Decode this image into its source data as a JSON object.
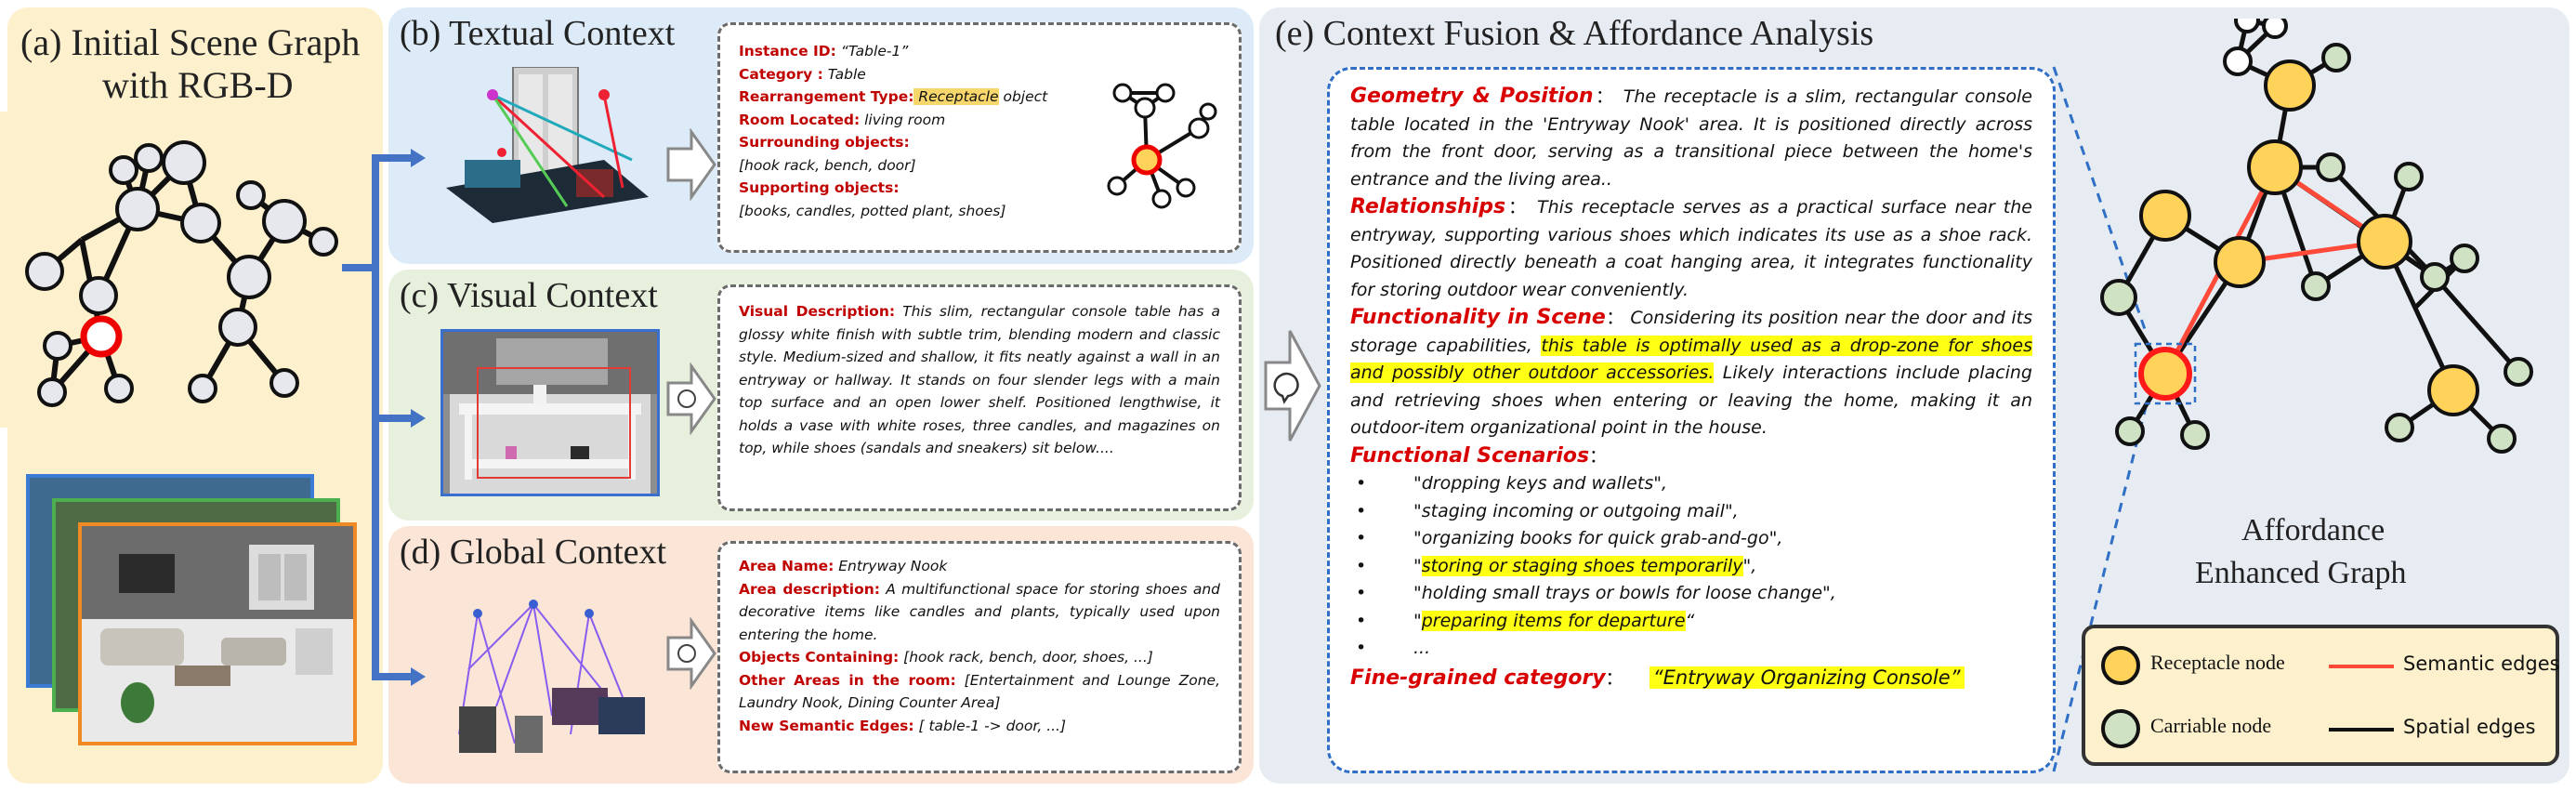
{
  "panel_a": {
    "title_line1": "(a) Initial Scene Graph",
    "title_line2": "with RGB-D"
  },
  "panel_b": {
    "title": "(b) Textual Context",
    "fields": [
      {
        "key": "Instance ID:",
        "value": " “Table-1”"
      },
      {
        "key": "Category :",
        "value": " Table"
      },
      {
        "key": "Rearrangement Type:",
        "value_hl": " Receptacle",
        "value": " object"
      },
      {
        "key": "Room Located:",
        "value": " living room"
      },
      {
        "key": "Surrounding objects:",
        "value": ""
      },
      {
        "key": "",
        "value": "[hook rack, bench, door]"
      },
      {
        "key": "Supporting objects:",
        "value": ""
      },
      {
        "key": "",
        "value": "[books, candles, potted plant, shoes]"
      }
    ]
  },
  "panel_c": {
    "title": "(c) Visual Context",
    "key": "Visual Description:",
    "text": " This slim, rectangular console table has a glossy white finish with subtle trim, blending modern and classic style. Medium-sized and shallow, it fits neatly against a wall in an entryway or hallway. It stands on four slender legs with a main top surface and an open lower shelf. Positioned lengthwise, it holds a vase with white roses, three candles, and magazines on top, while shoes (sandals and sneakers) sit below...."
  },
  "panel_d": {
    "title": "(d) Global Context",
    "area_name_key": "Area Name:",
    "area_name": " Entryway Nook",
    "area_desc_key": "Area description:",
    "area_desc": " A multifunctional space for storing shoes and decorative items like candles and plants, typically used upon entering the home.",
    "objects_key": "Objects Containing:",
    "objects": " [hook rack, bench, door, shoes, ...]",
    "other_key": "Other Areas in the room:",
    "other": " [Entertainment and Lounge Zone, Laundry Nook, Dining Counter Area]",
    "edges_key": "New Semantic Edges:",
    "edges": " [ table-1 -> door, ...]"
  },
  "panel_e": {
    "title": "(e) Context Fusion & Affordance Analysis",
    "geo_key": "Geometry & Position",
    "geo_sep": "：",
    "geo": " The receptacle is a slim, rectangular console table located in the 'Entryway Nook' area. It is positioned directly across from the front door, serving as a transitional piece between the home's entrance and the living area..",
    "rel_key": "Relationships",
    "rel_sep": "：",
    "rel": " This receptacle serves as a practical surface near the entryway, supporting various shoes which indicates its use as a shoe rack. Positioned directly beneath a coat hanging area, it integrates functionality for storing outdoor wear conveniently.",
    "func_key": "Functionality in Scene",
    "func_sep": "：",
    "func_pre": " Considering its position near the door and its storage capabilities, ",
    "func_hl": "this table is optimally used as a drop-zone for shoes and possibly other outdoor accessories.",
    "func_post": " Likely interactions include placing and retrieving shoes when entering or leaving the home, making it an outdoor-item organizational point in the house.",
    "scen_key": "Functional Scenarios",
    "scen_sep": "：",
    "bullet": "•",
    "scenarios": [
      {
        "pre": "\"dropping keys and wallets\",",
        "hl": "",
        "post": ""
      },
      {
        "pre": "\"staging incoming or outgoing mail\",",
        "hl": "",
        "post": ""
      },
      {
        "pre": "\"organizing books for quick grab-and-go\",",
        "hl": "",
        "post": ""
      },
      {
        "pre": "\"",
        "hl": "storing or staging shoes temporarily",
        "post": "\","
      },
      {
        "pre": "\"holding small trays or bowls for loose change\",",
        "hl": "",
        "post": ""
      },
      {
        "pre": "\"",
        "hl": "preparing items for departure",
        "post": "“"
      },
      {
        "pre": "...",
        "hl": "",
        "post": ""
      }
    ],
    "fine_key": "Fine-grained category",
    "fine_sep": "：",
    "fine_value": "“Entryway Organizing Console”",
    "graph_title_line1": "Affordance",
    "graph_title_line2": "Enhanced Graph",
    "legend": {
      "receptacle": "Receptacle node",
      "carriable": "Carriable node",
      "semantic": "Semantic edges",
      "spatial": "Spatial edges"
    }
  },
  "colors": {
    "panel_a_bg": "#fdf0cc",
    "panel_b_bg": "#dcebf7",
    "panel_c_bg": "#e6f0dc",
    "panel_d_bg": "#fbe5d6",
    "panel_e_bg": "#e7ebf2",
    "arrow_blue": "#4472c4",
    "key_red": "#c00000",
    "highlight_yellow": "#ffff14",
    "node_yellow": "#ffd25a",
    "node_green": "#cfe3c4",
    "node_gray": "#e6e8ee",
    "selected_red": "#ff1a1a",
    "semantic_edge": "#ff4a3a"
  }
}
